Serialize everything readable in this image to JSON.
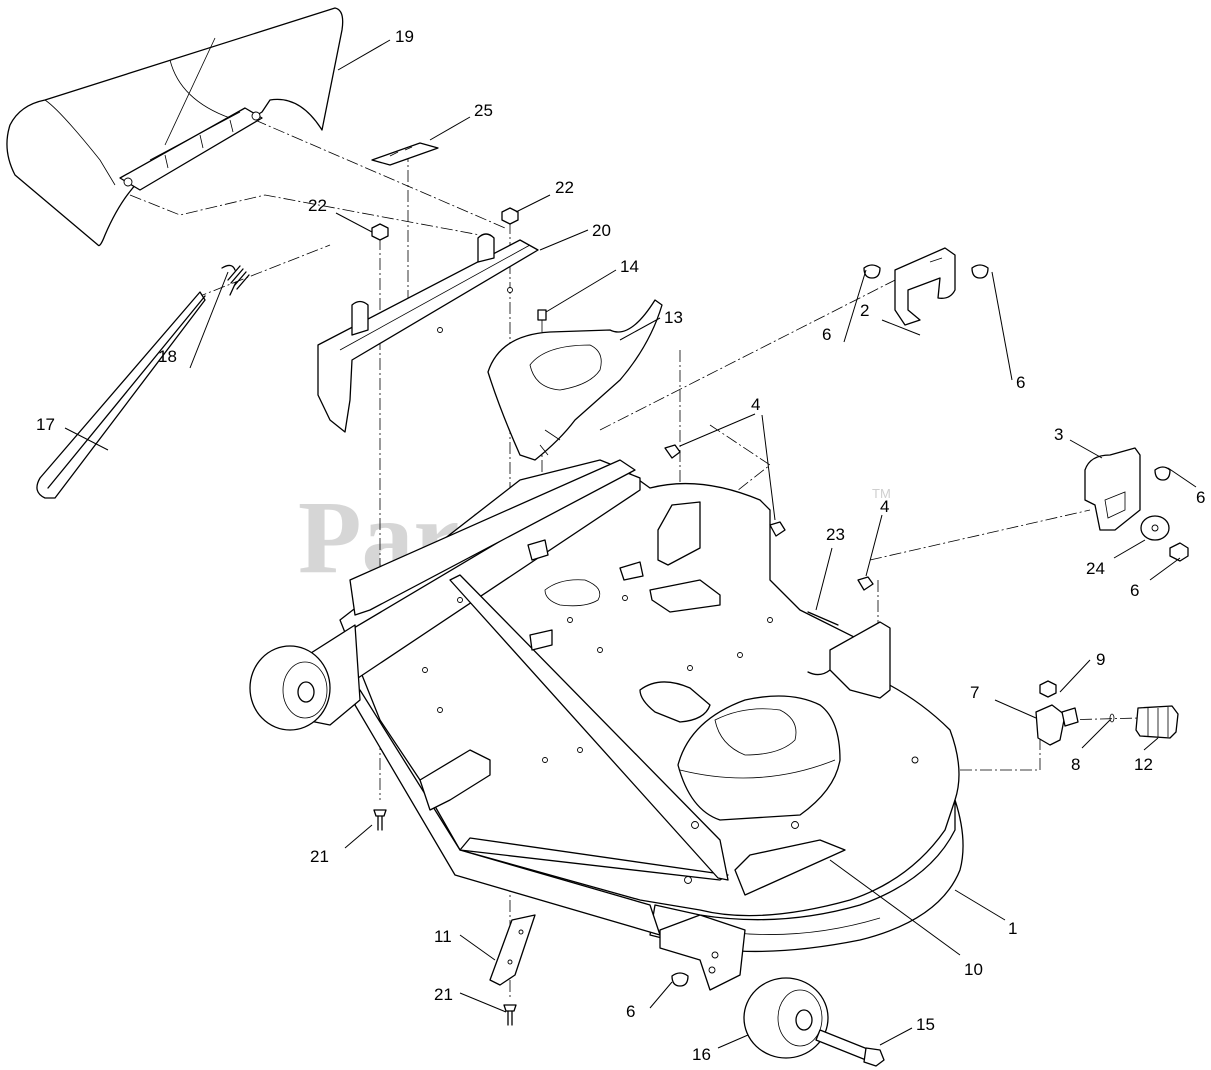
{
  "watermark": {
    "text": "PartsTree",
    "trademark": "TM"
  },
  "callouts": [
    {
      "id": "c19",
      "label": "19"
    },
    {
      "id": "c25",
      "label": "25"
    },
    {
      "id": "c22a",
      "label": "22"
    },
    {
      "id": "c22b",
      "label": "22"
    },
    {
      "id": "c20",
      "label": "20"
    },
    {
      "id": "c14",
      "label": "14"
    },
    {
      "id": "c13",
      "label": "13"
    },
    {
      "id": "c18",
      "label": "18"
    },
    {
      "id": "c17",
      "label": "17"
    },
    {
      "id": "c2",
      "label": "2"
    },
    {
      "id": "c6a",
      "label": "6"
    },
    {
      "id": "c6b",
      "label": "6"
    },
    {
      "id": "c4a",
      "label": "4"
    },
    {
      "id": "c3",
      "label": "3"
    },
    {
      "id": "c6c",
      "label": "6"
    },
    {
      "id": "c23",
      "label": "23"
    },
    {
      "id": "c4b",
      "label": "4"
    },
    {
      "id": "c24",
      "label": "24"
    },
    {
      "id": "c6d",
      "label": "6"
    },
    {
      "id": "c9",
      "label": "9"
    },
    {
      "id": "c7",
      "label": "7"
    },
    {
      "id": "c8",
      "label": "8"
    },
    {
      "id": "c12",
      "label": "12"
    },
    {
      "id": "c21a",
      "label": "21"
    },
    {
      "id": "c1",
      "label": "1"
    },
    {
      "id": "c11",
      "label": "11"
    },
    {
      "id": "c10",
      "label": "10"
    },
    {
      "id": "c21b",
      "label": "21"
    },
    {
      "id": "c6e",
      "label": "6"
    },
    {
      "id": "c15",
      "label": "15"
    },
    {
      "id": "c16",
      "label": "16"
    }
  ]
}
